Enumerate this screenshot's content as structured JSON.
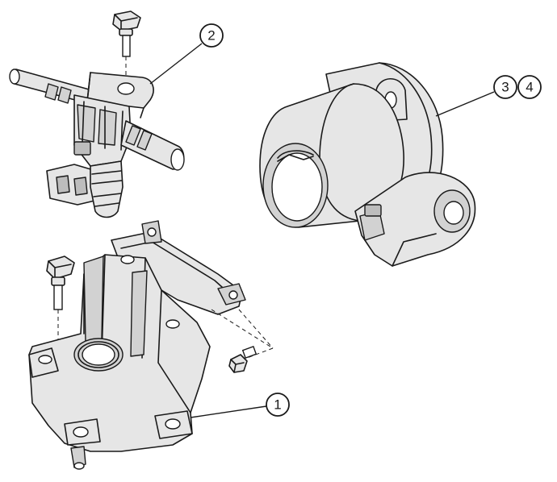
{
  "callouts": {
    "c1": "1",
    "c2": "2",
    "c3": "3",
    "c4": "4"
  },
  "colors": {
    "line": "#1a1a1a",
    "fill_light": "#e6e6e6",
    "fill_mid": "#d2d2d2",
    "fill_dark": "#bdbdbd",
    "background": "#ffffff"
  }
}
